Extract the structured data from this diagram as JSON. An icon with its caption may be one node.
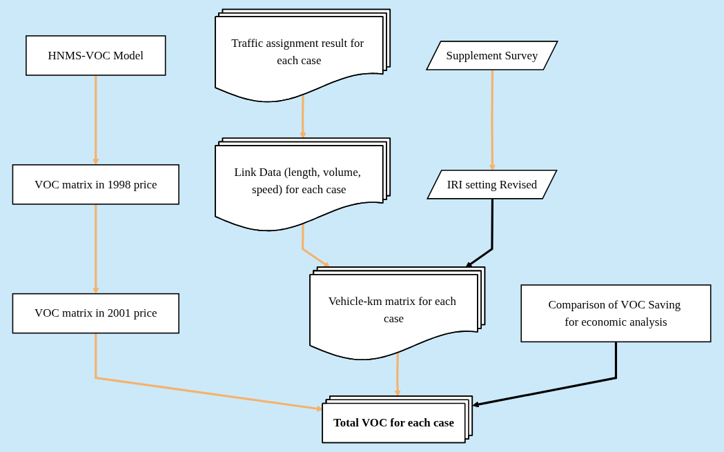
{
  "diagram": {
    "nodes": [
      {
        "text": [
          "HNMS-VOC Model"
        ]
      },
      {
        "text": [
          "Traffic assignment result for each case"
        ]
      },
      {
        "text": [
          "Supplement Survey"
        ]
      },
      {
        "text": [
          "VOC matrix in 1998 price"
        ]
      },
      {
        "text": [
          "Link Data (length, volume, speed) for each case"
        ]
      },
      {
        "text": [
          "IRI setting Revised"
        ]
      },
      {
        "text": [
          "VOC matrix in 2001 price"
        ]
      },
      {
        "text": [
          "Vehicle-km matrix for each case"
        ]
      },
      {
        "text": [
          "Comparison of VOC Saving for economic analysis"
        ]
      },
      {
        "text": [
          "Total VOC for each case"
        ]
      }
    ],
    "edges": [
      {
        "from": 0,
        "to": 3,
        "arrow": "to"
      },
      {
        "from": 3,
        "to": 6,
        "arrow": "to"
      },
      {
        "from": 1,
        "to": 4,
        "arrow": "to"
      },
      {
        "from": 2,
        "to": 5,
        "arrow": "to"
      },
      {
        "from": 4,
        "to": 7,
        "arrow": "to"
      },
      {
        "from": 5,
        "to": 7,
        "arrow": "to",
        "color": "#000000"
      },
      {
        "from": 6,
        "to": 9,
        "arrow": "to"
      },
      {
        "from": 7,
        "to": 9,
        "arrow": "to"
      },
      {
        "from": 8,
        "to": 9,
        "arrow": "to",
        "color": "#000000"
      }
    ]
  }
}
